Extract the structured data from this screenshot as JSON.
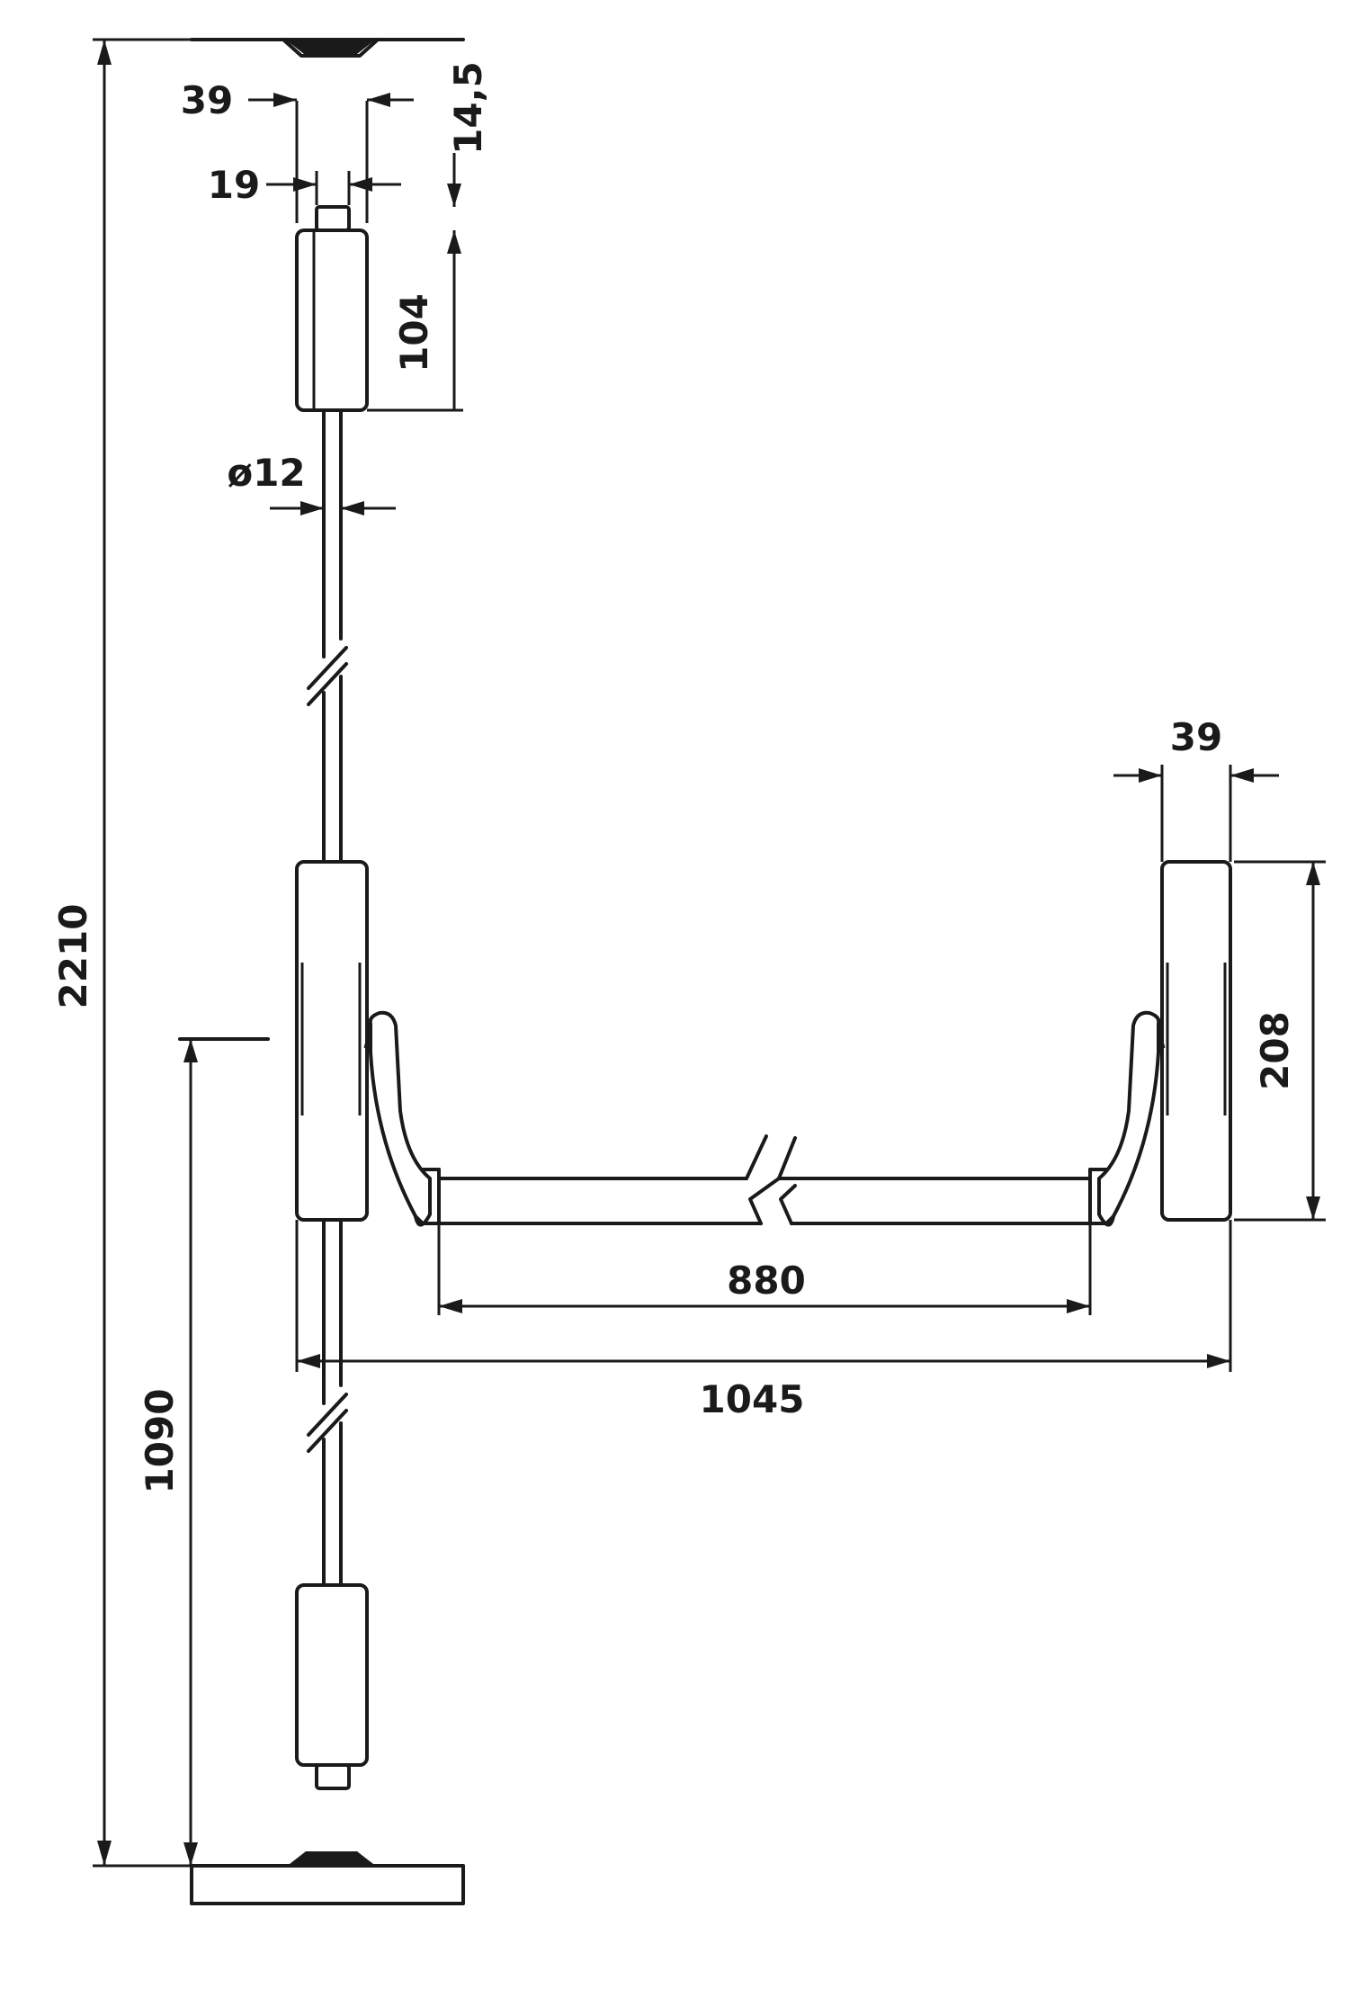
{
  "dimensions": {
    "overall_height": "2210",
    "top_width": "39",
    "top_offset": "14,5",
    "bolt_width": "19",
    "top_case_height": "104",
    "rod_diameter": "ø12",
    "end_case_width": "39",
    "end_case_height": "208",
    "bar_length": "880",
    "overall_width": "1045",
    "handle_height": "1090"
  }
}
